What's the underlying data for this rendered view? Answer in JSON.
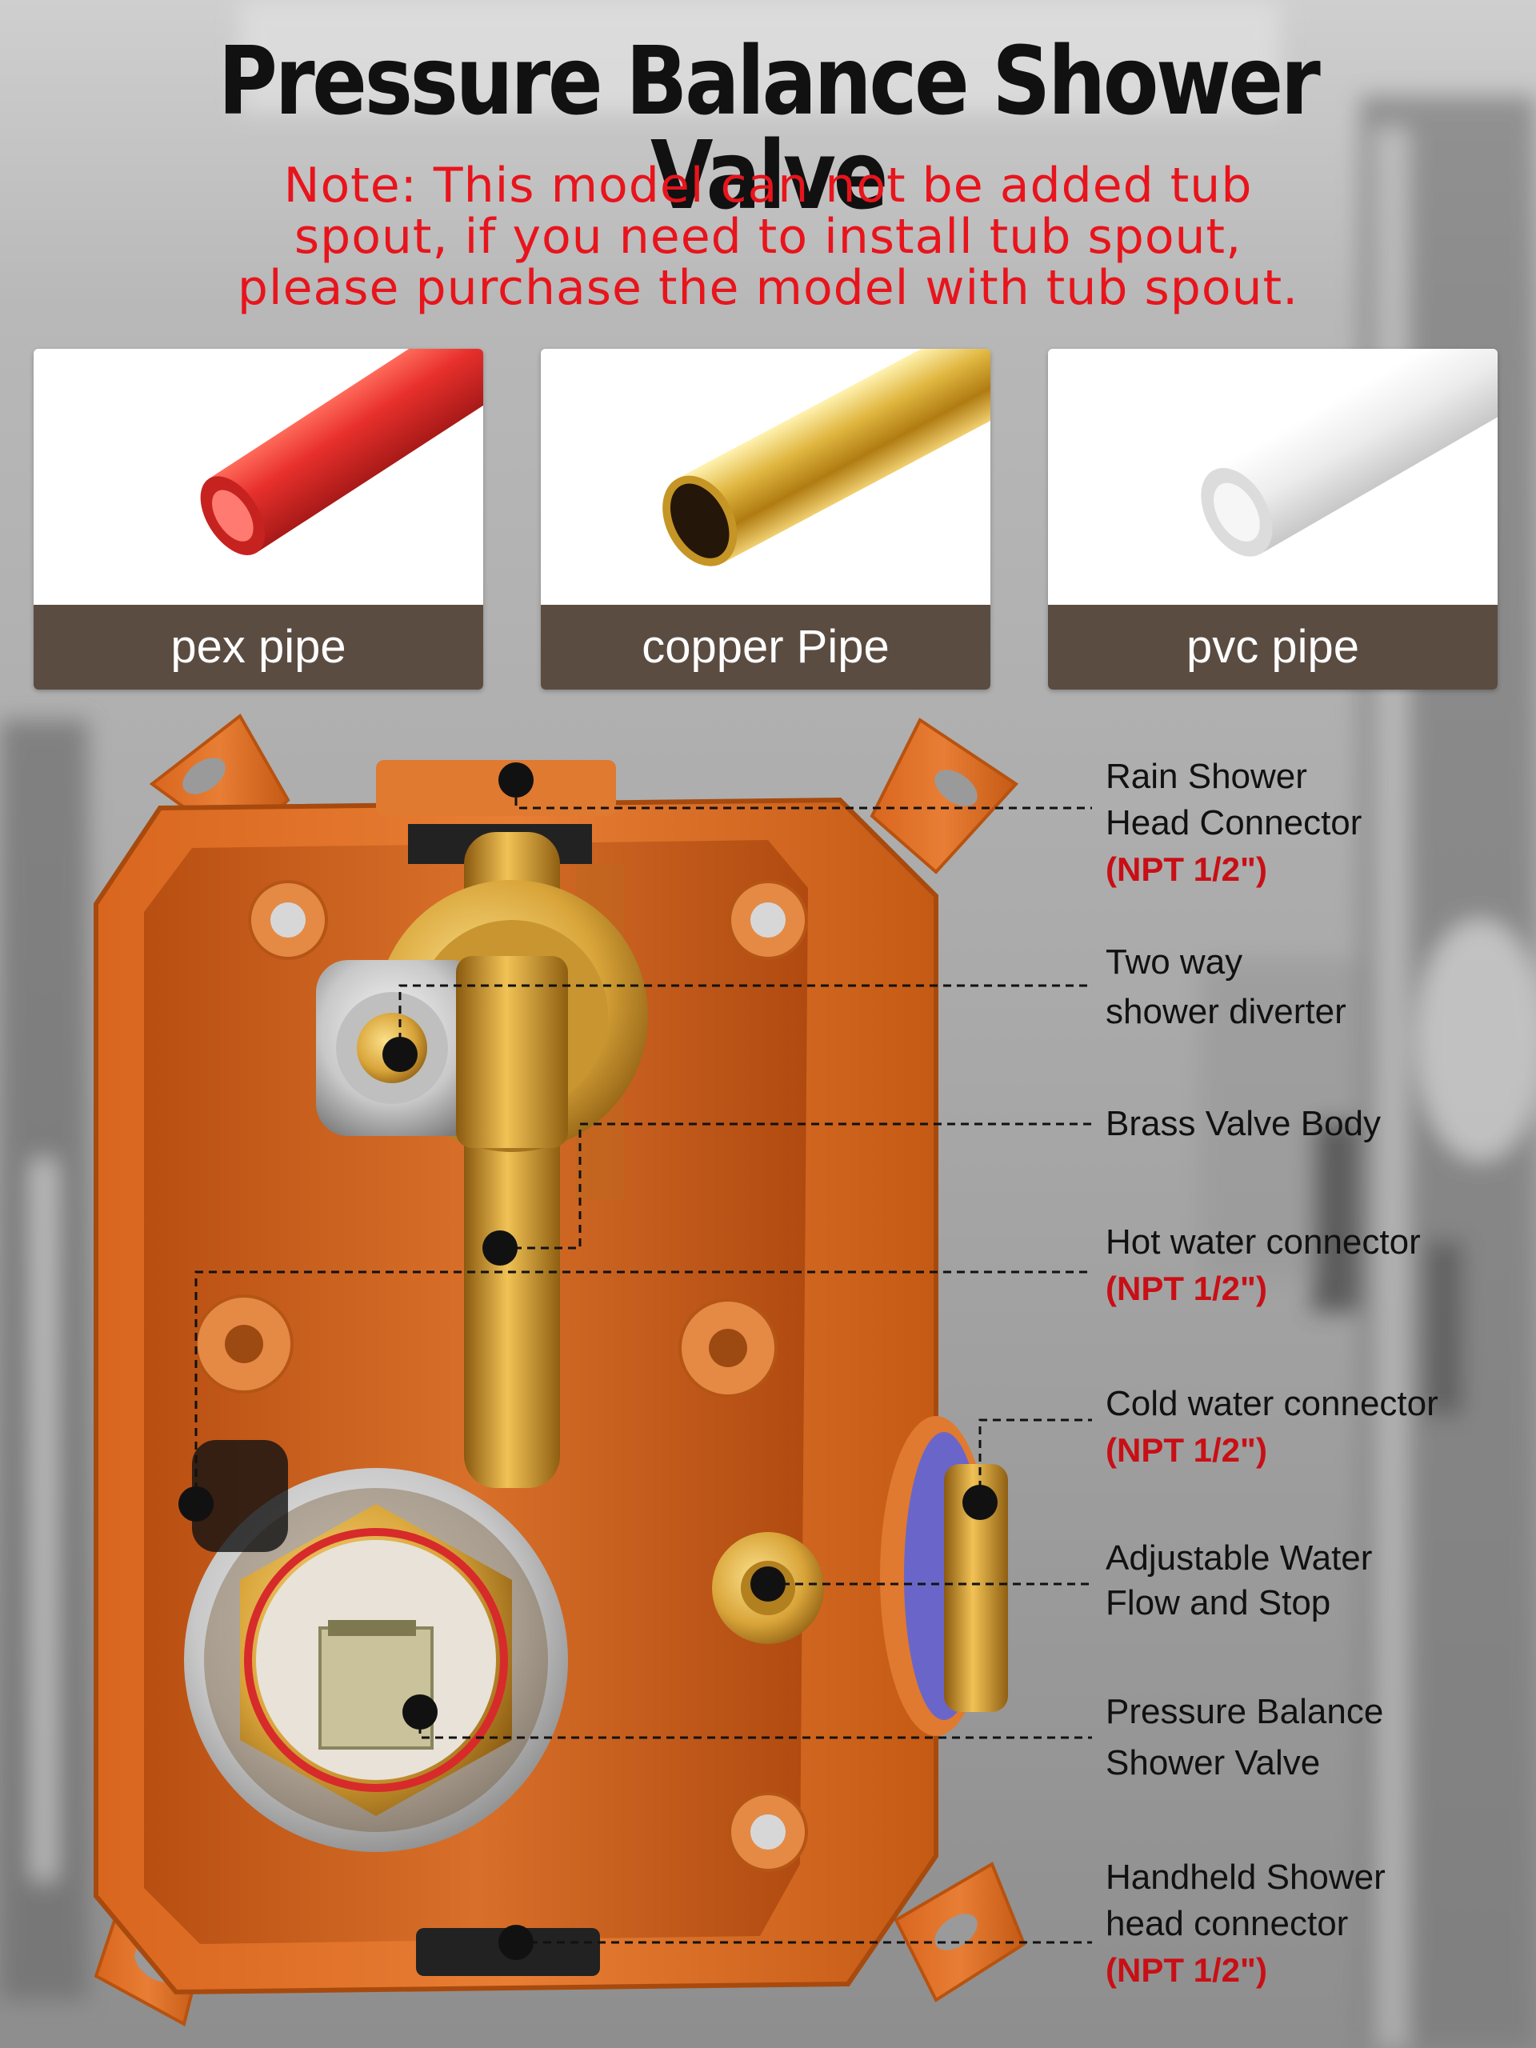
{
  "title": "Pressure Balance Shower Valve",
  "note_lines": [
    "Note: This model can not be added tub",
    "spout, if you need to install tub spout,",
    "please purchase the model with tub spout."
  ],
  "pipes": [
    {
      "label": "pex pipe",
      "color": "#e8302c"
    },
    {
      "label": "copper Pipe",
      "color": "#d4a62a"
    },
    {
      "label": "pvc pipe",
      "color": "#f0f0f0"
    }
  ],
  "callouts": [
    {
      "line1": "Rain Shower",
      "line2": "Head Connector",
      "npt": "(NPT 1/2\")"
    },
    {
      "line1": "Two way",
      "line2": "shower diverter"
    },
    {
      "line1": "Brass Valve Body"
    },
    {
      "line1": "Hot water connector",
      "npt": "(NPT 1/2\")"
    },
    {
      "line1": "Cold water connector",
      "npt": "(NPT 1/2\")"
    },
    {
      "line1": "Adjustable Water",
      "line2": "Flow and Stop"
    },
    {
      "line1": "Pressure Balance",
      "line2": "Shower Valve"
    },
    {
      "line1": "Handheld Shower",
      "line2": "head connector",
      "npt": "(NPT 1/2\")"
    }
  ],
  "colors": {
    "title": "#111111",
    "note": "#e8141c",
    "label_bar": "#5b4c42",
    "npt": "#c80f16",
    "box": "#e0742a",
    "brass": "#d9a53a"
  }
}
